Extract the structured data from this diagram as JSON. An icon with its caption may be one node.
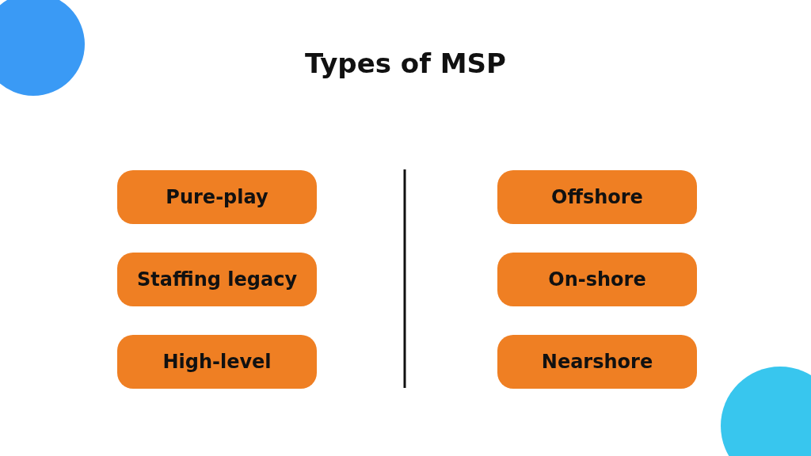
{
  "diagram": {
    "title": "Types of MSP",
    "nodes": [
      {
        "text": [
          "Pure-play"
        ]
      },
      {
        "text": [
          "Staffing legacy"
        ]
      },
      {
        "text": [
          "High-level"
        ]
      },
      {
        "text": [
          "Offshore"
        ]
      },
      {
        "text": [
          "On-shore"
        ]
      },
      {
        "text": [
          "Nearshore"
        ]
      }
    ]
  }
}
